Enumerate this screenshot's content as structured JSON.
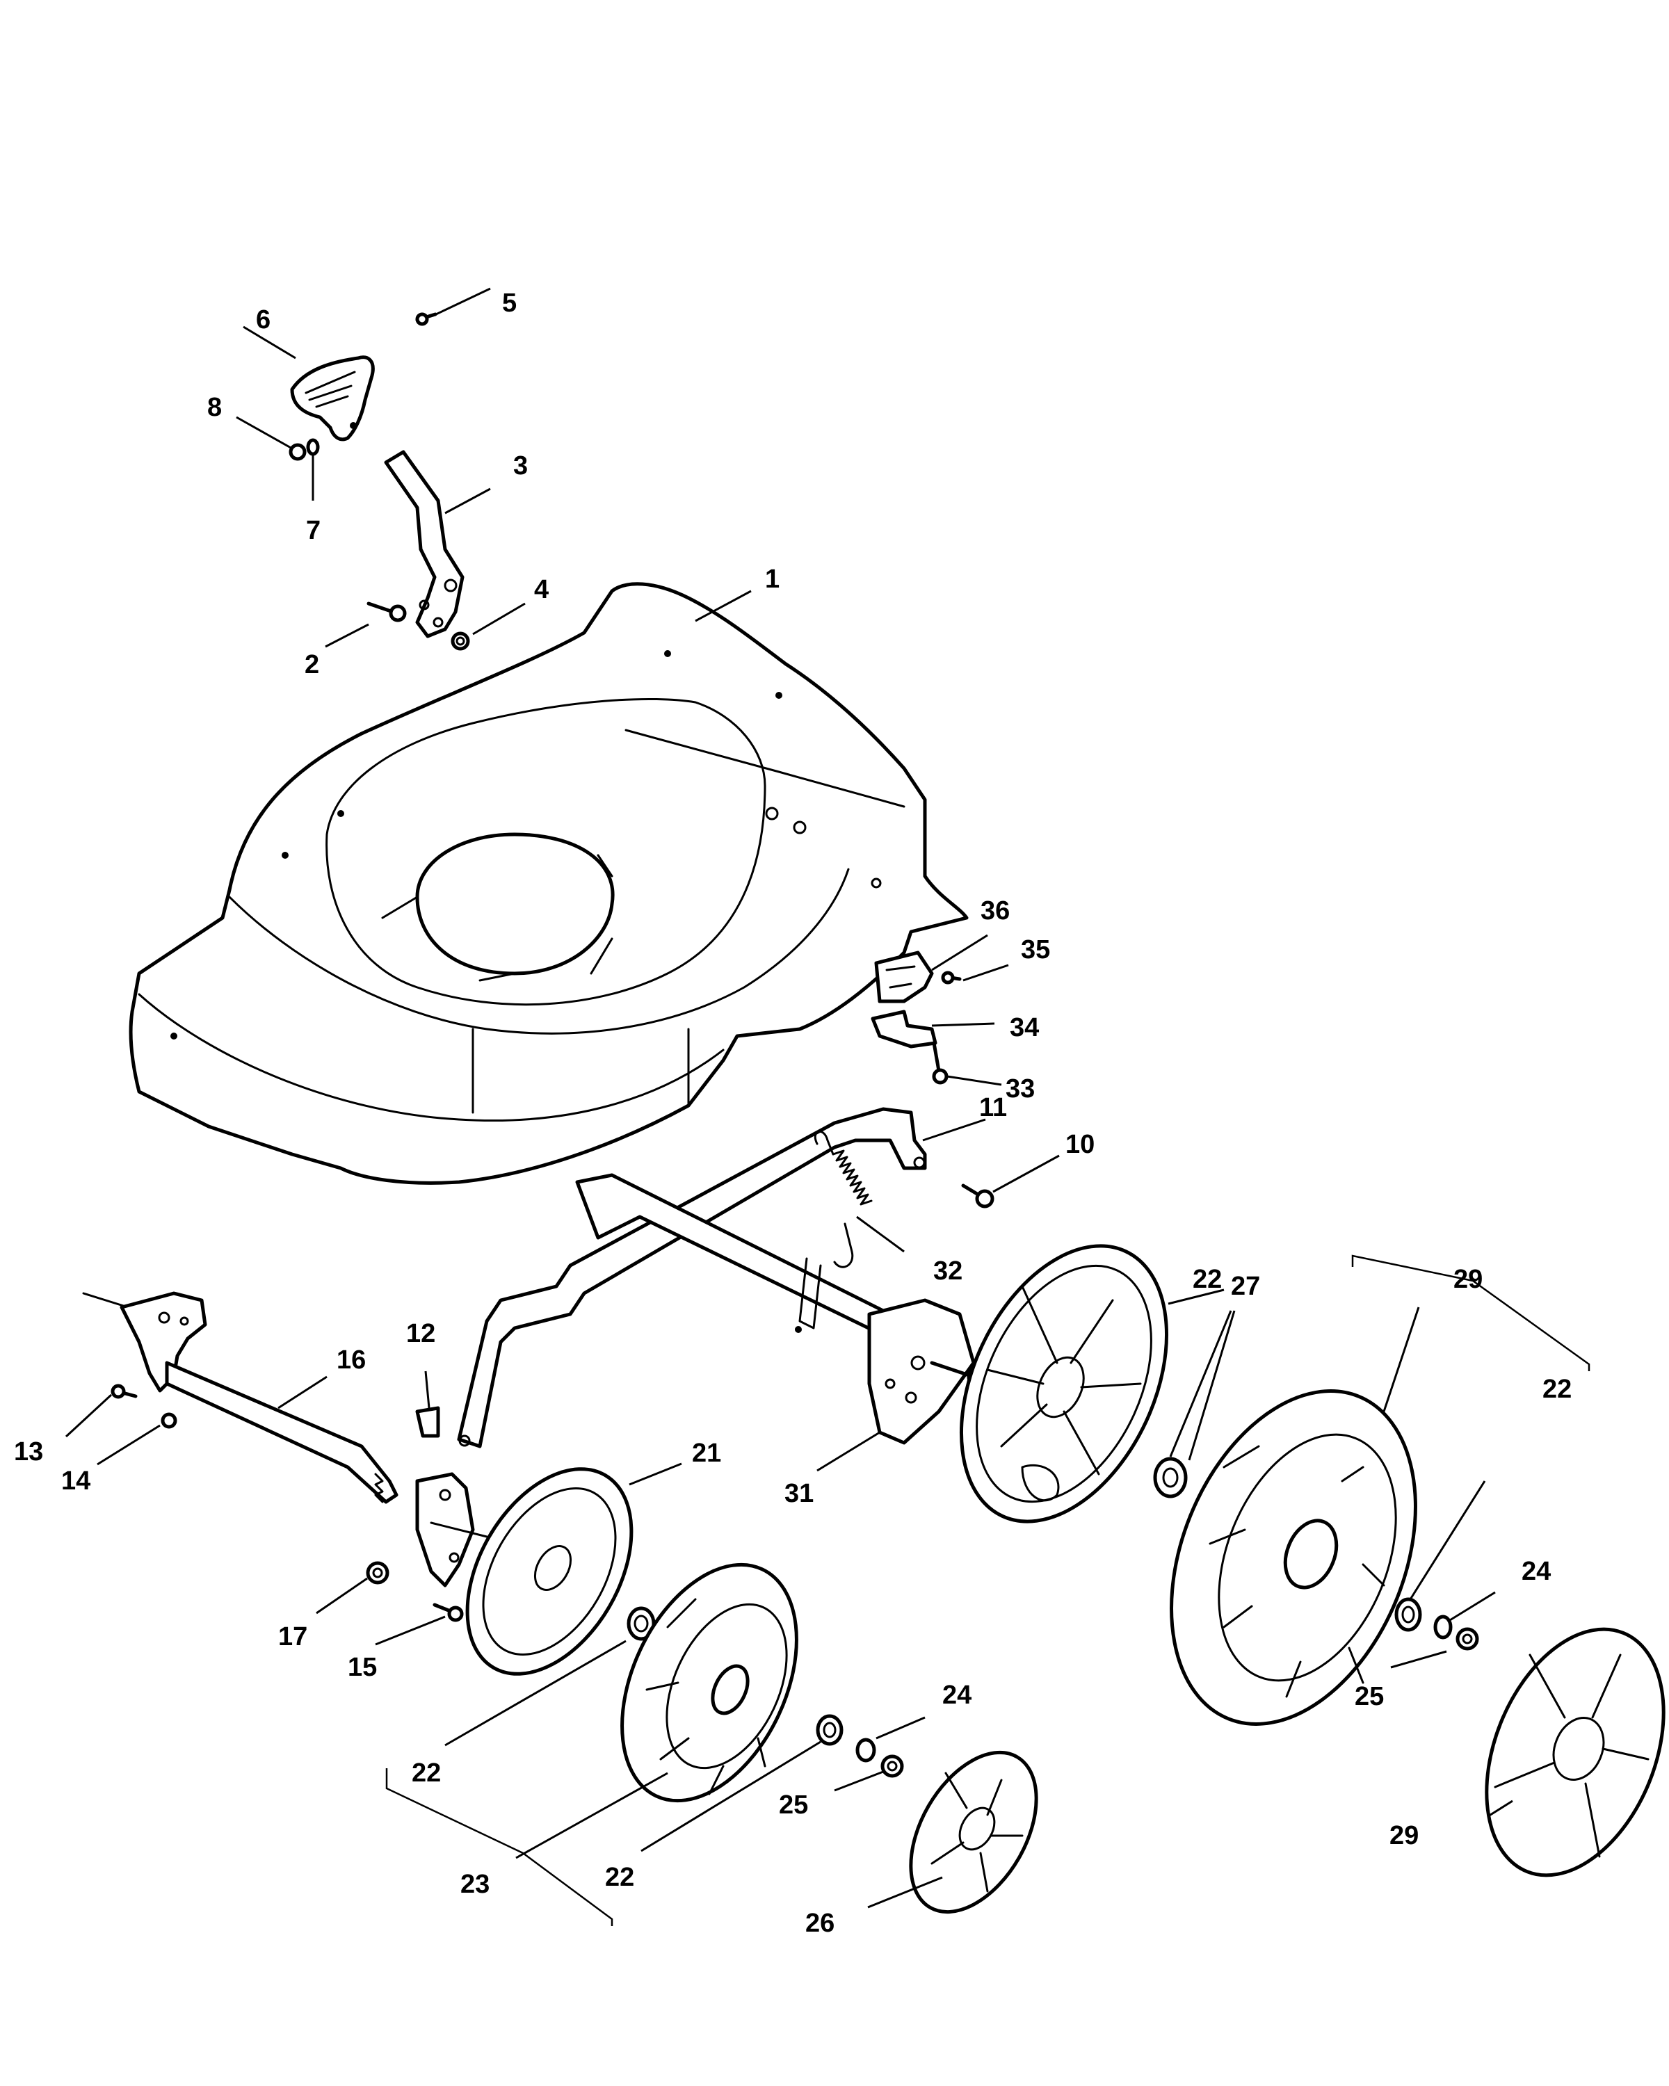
{
  "diagram": {
    "type": "exploded-parts-view",
    "callouts": [
      {
        "id": "c1",
        "label": "1"
      },
      {
        "id": "c2",
        "label": "2"
      },
      {
        "id": "c3",
        "label": "3"
      },
      {
        "id": "c4",
        "label": "4"
      },
      {
        "id": "c5",
        "label": "5"
      },
      {
        "id": "c6",
        "label": "6"
      },
      {
        "id": "c7",
        "label": "7"
      },
      {
        "id": "c8",
        "label": "8"
      },
      {
        "id": "c10",
        "label": "10"
      },
      {
        "id": "c11",
        "label": "11"
      },
      {
        "id": "c12",
        "label": "12"
      },
      {
        "id": "c13",
        "label": "13"
      },
      {
        "id": "c14",
        "label": "14"
      },
      {
        "id": "c15",
        "label": "15"
      },
      {
        "id": "c16",
        "label": "16"
      },
      {
        "id": "c17",
        "label": "17"
      },
      {
        "id": "c21",
        "label": "21"
      },
      {
        "id": "c22a",
        "label": "22"
      },
      {
        "id": "c22b",
        "label": "22"
      },
      {
        "id": "c22c",
        "label": "22"
      },
      {
        "id": "c22d",
        "label": "22"
      },
      {
        "id": "c23",
        "label": "23"
      },
      {
        "id": "c24a",
        "label": "24"
      },
      {
        "id": "c24b",
        "label": "24"
      },
      {
        "id": "c25a",
        "label": "25"
      },
      {
        "id": "c25b",
        "label": "25"
      },
      {
        "id": "c26",
        "label": "26"
      },
      {
        "id": "c27",
        "label": "27"
      },
      {
        "id": "c29a",
        "label": "29"
      },
      {
        "id": "c29b",
        "label": "29"
      },
      {
        "id": "c31",
        "label": "31"
      },
      {
        "id": "c32",
        "label": "32"
      },
      {
        "id": "c33",
        "label": "33"
      },
      {
        "id": "c34",
        "label": "34"
      },
      {
        "id": "c35",
        "label": "35"
      },
      {
        "id": "c36",
        "label": "36"
      }
    ]
  }
}
